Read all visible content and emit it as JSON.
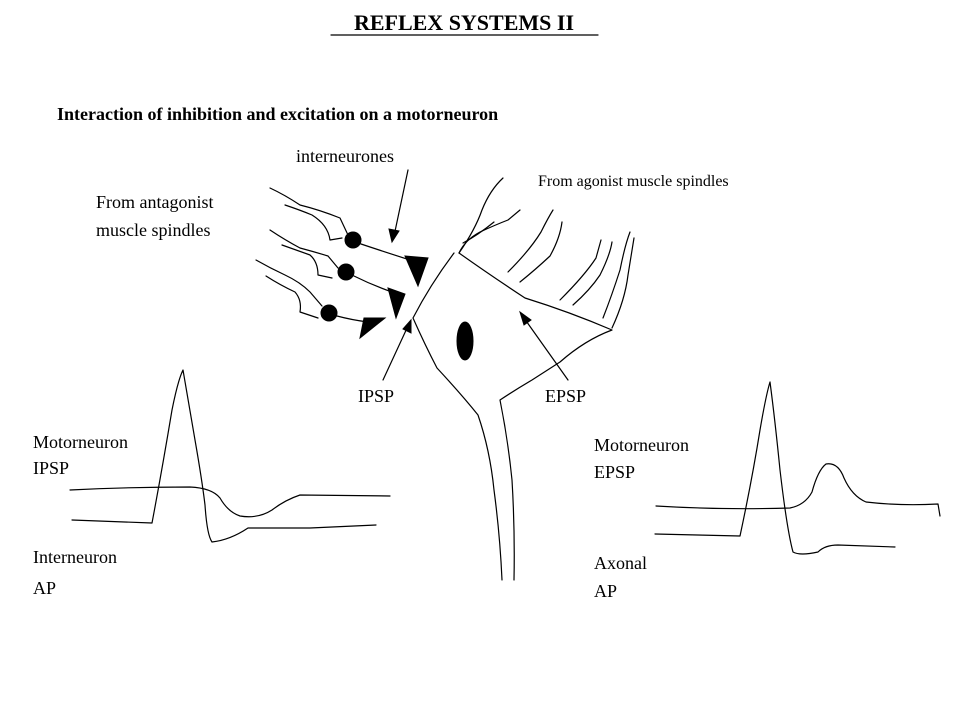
{
  "title": "REFLEX SYSTEMS II",
  "subtitle": "Interaction of inhibition and excitation on a motorneuron",
  "labels": {
    "interneurones": "interneurones",
    "from_antagonist_line1": "From antagonist",
    "from_antagonist_line2": "muscle spindles",
    "from_agonist": "From agonist muscle spindles",
    "ipsp": "IPSP",
    "epsp": "EPSP"
  },
  "left_trace": {
    "top_line1": "Motorneuron",
    "top_line2": "IPSP",
    "bottom_line1": "Interneuron",
    "bottom_line2": "AP"
  },
  "right_trace": {
    "top_line1": "Motorneuron",
    "top_line2": "EPSP",
    "bottom_line1": "Axonal",
    "bottom_line2": "AP"
  }
}
